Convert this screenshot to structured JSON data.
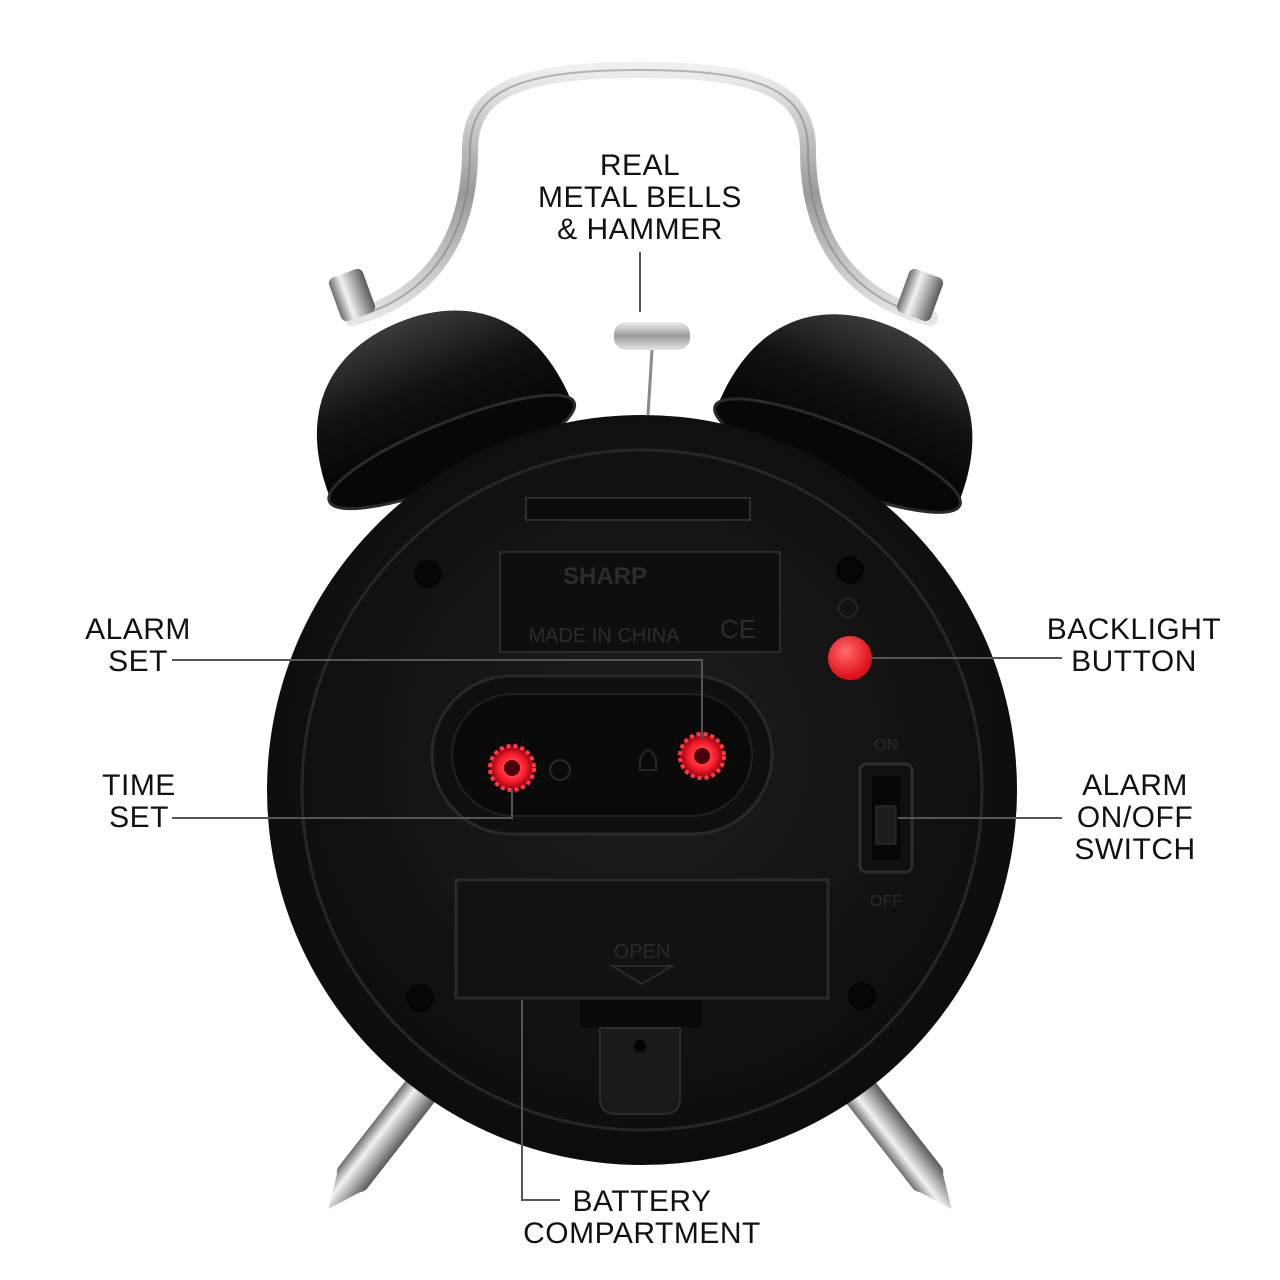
{
  "product": {
    "brand": "SHARP",
    "made_in": "MADE IN CHINA",
    "ce_mark": "CE",
    "open_label": "OPEN",
    "switch_on": "ON",
    "switch_off": "OFF"
  },
  "callouts": {
    "bells": [
      "REAL",
      "METAL BELLS",
      "& HAMMER"
    ],
    "alarm_set": [
      "ALARM",
      "SET"
    ],
    "time_set": [
      "TIME",
      "SET"
    ],
    "backlight": [
      "BACKLIGHT",
      "BUTTON"
    ],
    "alarm_switch": [
      "ALARM",
      "ON/OFF",
      "SWITCH"
    ],
    "battery": [
      "BATTERY",
      "COMPARTMENT"
    ]
  },
  "colors": {
    "body": "#141414",
    "knob_red": "#ff1f2e",
    "backlight_red": "#f0141e",
    "chrome": "#c9c9c9",
    "leader_line": "#555555"
  }
}
